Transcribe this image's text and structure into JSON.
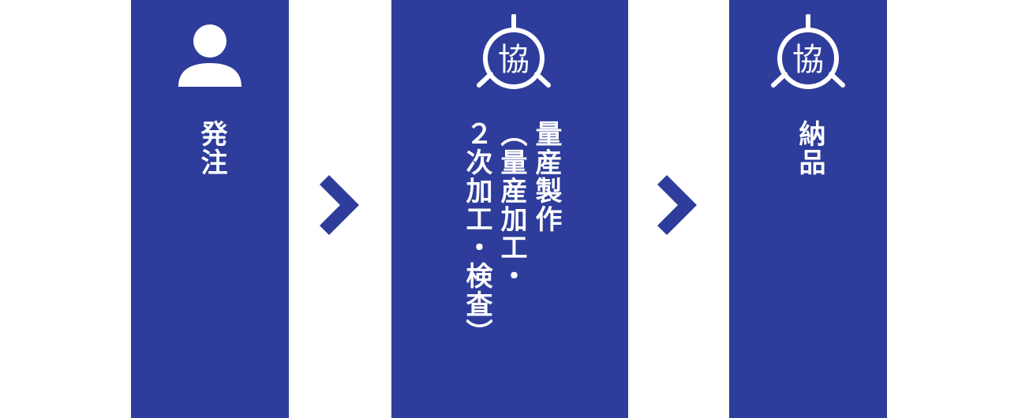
{
  "colors": {
    "panel": "#2e3d9b",
    "icon": "#ffffff",
    "arrow": "#2e3d9b",
    "background": "#ffffff"
  },
  "steps": [
    {
      "label": "発注",
      "icon": "person-icon"
    },
    {
      "label": "量産製作\n（量産加工・\n２次加工・検査）",
      "icon": "association-seal-icon"
    },
    {
      "label": "納品",
      "icon": "association-seal-icon"
    }
  ],
  "arrows": [
    {
      "icon": "chevron-right-icon"
    },
    {
      "icon": "chevron-right-icon"
    }
  ],
  "seal_glyph": "協"
}
